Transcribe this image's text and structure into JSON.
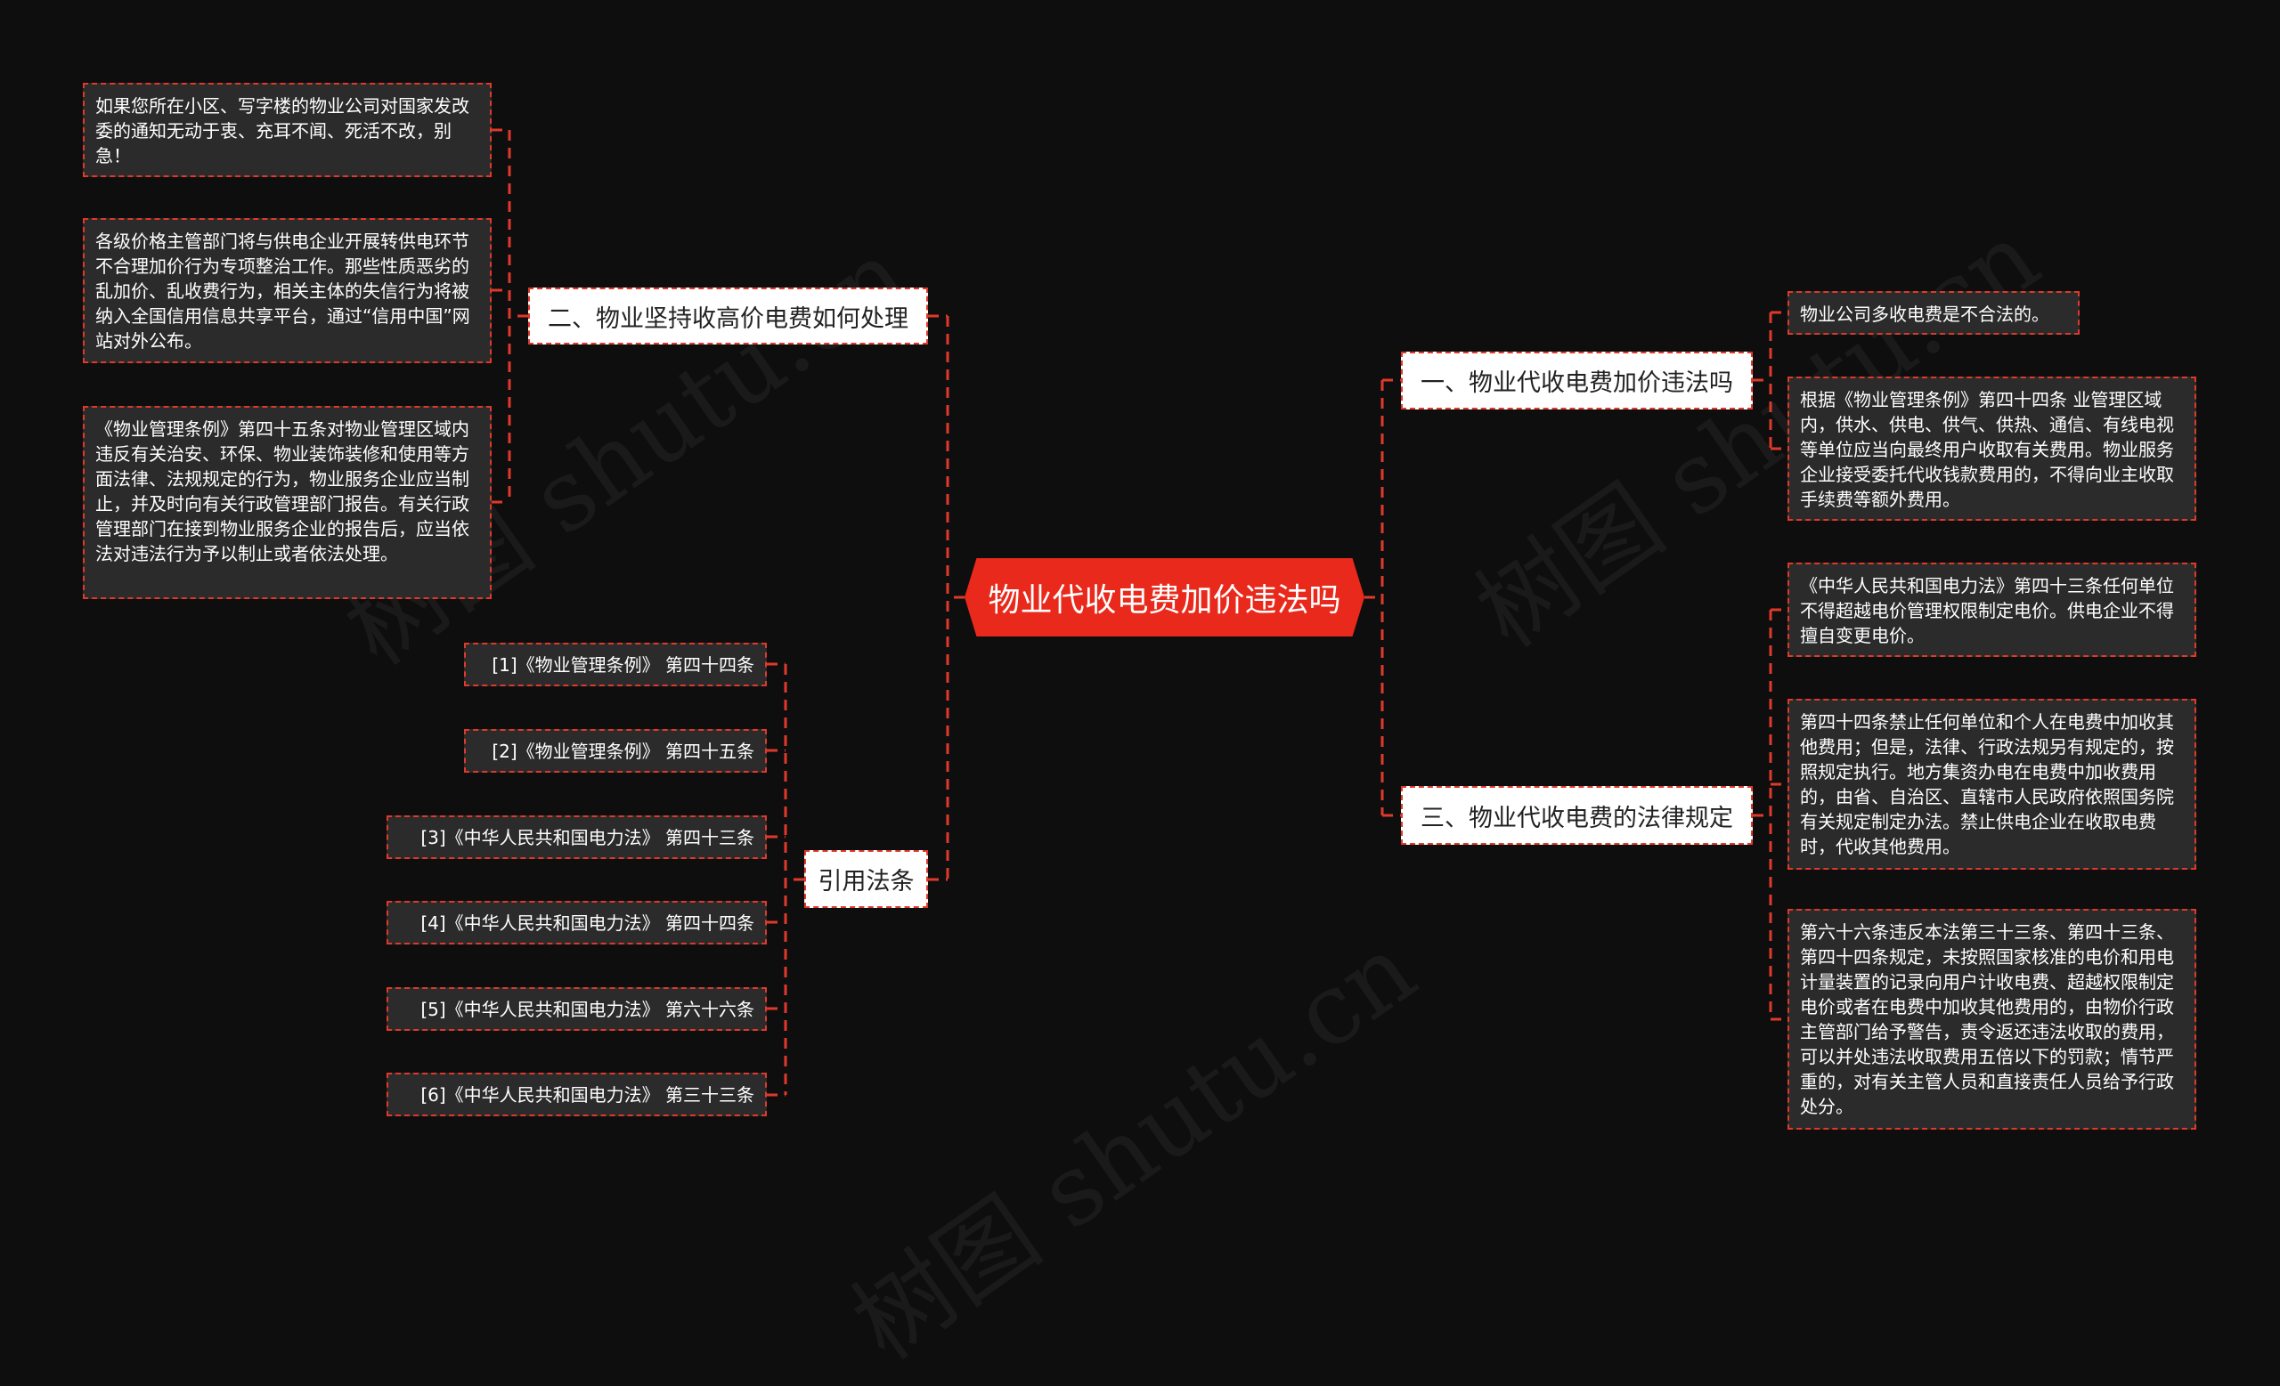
{
  "root": {
    "label": "物业代收电费加价违法吗",
    "color": "#e8291b"
  },
  "colors": {
    "background": "#0e0e0e",
    "leaf_fill": "#2b2b2b",
    "line": "#e0392b",
    "branch_fill": "#ffffff"
  },
  "watermark": "树图 shutu.cn",
  "left": {
    "branch_handle": {
      "label": "二、物业坚持收高价电费如何处理",
      "leaves": [
        "如果您所在小区、写字楼的物业公司对国家发改委的通知无动于衷、充耳不闻、死活不改，别急！",
        "各级价格主管部门将与供电企业开展转供电环节不合理加价行为专项整治工作。那些性质恶劣的乱加价、乱收费行为，相关主体的失信行为将被纳入全国信用信息共享平台，通过“信用中国”网站对外公布。",
        "《物业管理条例》第四十五条对物业管理区域内违反有关治安、环保、物业装饰装修和使用等方面法律、法规规定的行为，物业服务企业应当制止，并及时向有关行政管理部门报告。有关行政管理部门在接到物业服务企业的报告后，应当依法对违法行为予以制止或者依法处理。"
      ]
    },
    "branch_refs": {
      "label": "引用法条",
      "leaves": [
        "[1]《物业管理条例》 第四十四条",
        "[2]《物业管理条例》 第四十五条",
        "[3]《中华人民共和国电力法》 第四十三条",
        "[4]《中华人民共和国电力法》 第四十四条",
        "[5]《中华人民共和国电力法》 第六十六条",
        "[6]《中华人民共和国电力法》 第三十三条"
      ]
    }
  },
  "right": {
    "branch_illegal": {
      "label": "一、物业代收电费加价违法吗",
      "leaves": [
        "物业公司多收电费是不合法的。",
        "根据《物业管理条例》第四十四条 业管理区域内，供水、供电、供气、供热、通信、有线电视等单位应当向最终用户收取有关费用。物业服务企业接受委托代收钱款费用的，不得向业主收取手续费等额外费用。"
      ]
    },
    "branch_law": {
      "label": "三、物业代收电费的法律规定",
      "leaves": [
        "《中华人民共和国电力法》第四十三条任何单位不得超越电价管理权限制定电价。供电企业不得擅自变更电价。",
        "第四十四条禁止任何单位和个人在电费中加收其他费用；但是，法律、行政法规另有规定的，按照规定执行。地方集资办电在电费中加收费用的，由省、自治区、直辖市人民政府依照国务院有关规定制定办法。禁止供电企业在收取电费时，代收其他费用。",
        "第六十六条违反本法第三十三条、第四十三条、第四十四条规定，未按照国家核准的电价和用电计量装置的记录向用户计收电费、超越权限制定电价或者在电费中加收其他费用的，由物价行政主管部门给予警告，责令返还违法收取的费用，可以并处违法收取费用五倍以下的罚款；情节严重的，对有关主管人员和直接责任人员给予行政处分。"
      ]
    }
  }
}
